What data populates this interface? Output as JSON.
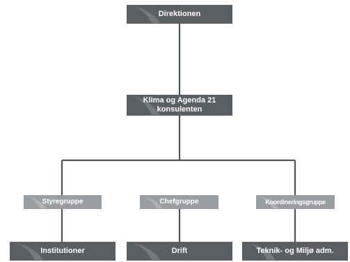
{
  "colors": {
    "dark_box": "#5b5f63",
    "light_box": "#9a9ea2",
    "connector": "#4f5458",
    "swoosh": "#8c9094"
  },
  "top": {
    "label": "Direktionen"
  },
  "consultant": {
    "line1": "Klima og Agenda 21",
    "line2": "konsulenten"
  },
  "groups": [
    {
      "label": "Styregruppe"
    },
    {
      "label": "Chefgruppe"
    },
    {
      "label": "Koordineringsgruppe"
    }
  ],
  "units": [
    {
      "label": "Institutioner"
    },
    {
      "label": "Drift"
    },
    {
      "label": "Teknik- og Miljø adm."
    }
  ]
}
